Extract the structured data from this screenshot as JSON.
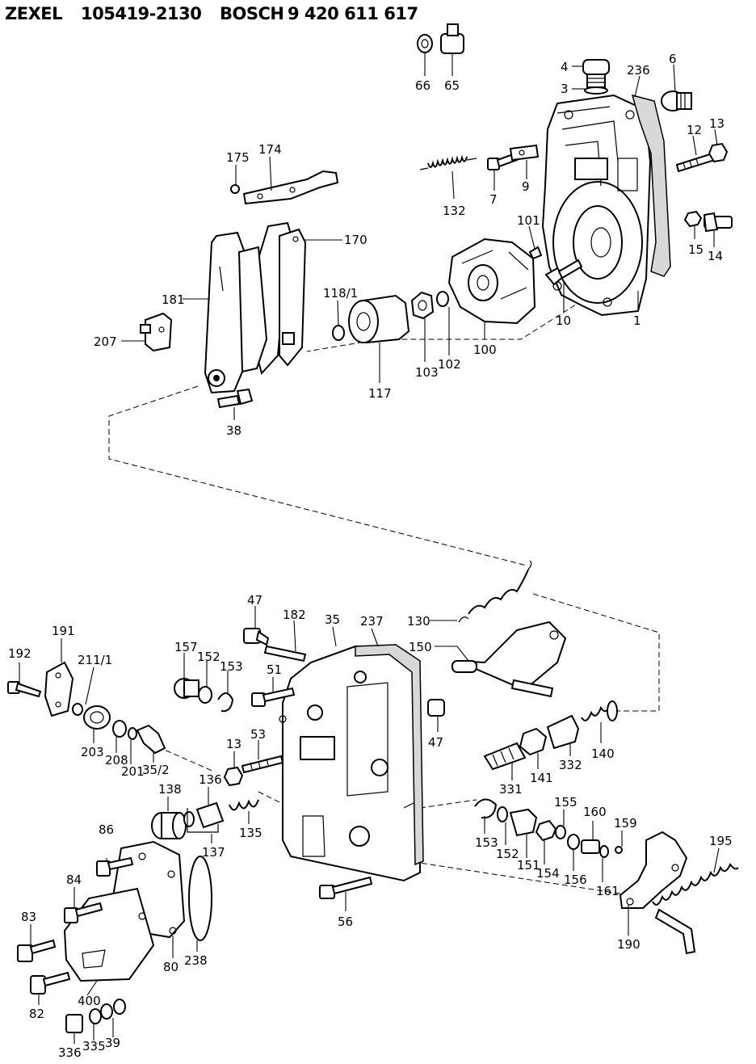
{
  "header": {
    "maker": "ZEXEL",
    "zexel_number": "105419-2130",
    "brand": "BOSCH",
    "bosch_number": "9 420 611 617"
  },
  "callouts": [
    "66",
    "65",
    "4",
    "3",
    "236",
    "6",
    "12",
    "13",
    "15",
    "14",
    "1",
    "10",
    "101",
    "9",
    "7",
    "132",
    "175",
    "174",
    "170",
    "181",
    "207",
    "38",
    "118/1",
    "117",
    "103",
    "102",
    "100",
    "47",
    "182",
    "35",
    "237",
    "130",
    "150",
    "157",
    "152",
    "153",
    "51",
    "191",
    "192",
    "211/1",
    "203",
    "208",
    "201",
    "35/2",
    "53",
    "13",
    "136",
    "138",
    "137",
    "135",
    "86",
    "84",
    "83",
    "82",
    "400",
    "80",
    "238",
    "336",
    "335",
    "39",
    "56",
    "331",
    "141",
    "332",
    "140",
    "153",
    "152",
    "151",
    "154",
    "156",
    "155",
    "160",
    "161",
    "159",
    "195",
    "190",
    "47"
  ]
}
